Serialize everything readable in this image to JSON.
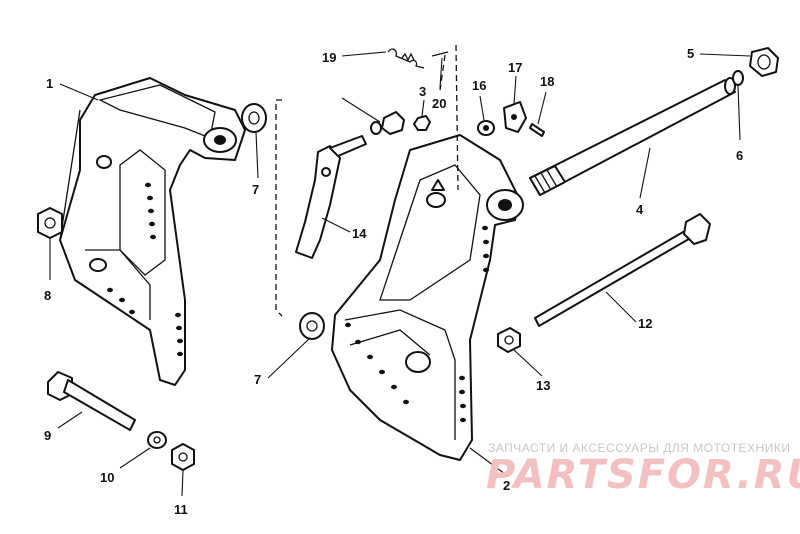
{
  "callouts": {
    "c1": "1",
    "c2": "2",
    "c3": "3",
    "c4": "4",
    "c5": "5",
    "c6": "6",
    "c7a": "7",
    "c7b": "7",
    "c8": "8",
    "c9": "9",
    "c10": "10",
    "c11": "11",
    "c12": "12",
    "c13": "13",
    "c14": "14",
    "c16": "16",
    "c17": "17",
    "c18": "18",
    "c19": "19",
    "c20": "20"
  },
  "watermark": {
    "tagline": "ЗАПЧАСТИ И АКСЕССУАРЫ ДЛЯ МОТОТЕХНИКИ",
    "logo": "PARTSFOR.RU"
  }
}
